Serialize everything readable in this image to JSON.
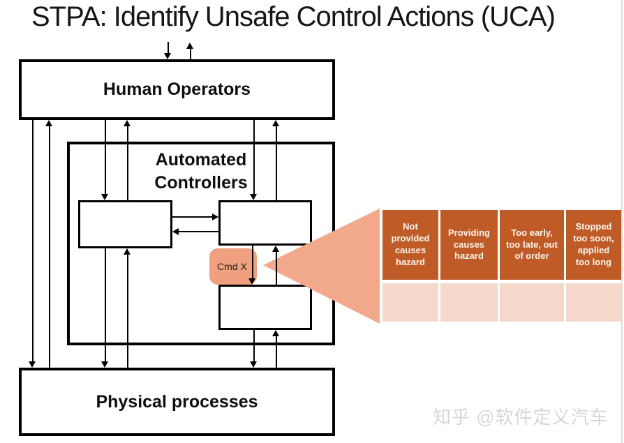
{
  "title": "STPA: Identify Unsafe Control Actions (UCA)",
  "diagram": {
    "human_box": "Human Operators",
    "automated_box": "Automated\nControllers",
    "physical_box": "Physical processes",
    "cmd_label": "Cmd X"
  },
  "uca_table": {
    "headers": [
      "Not\nprovided\ncauses\nhazard",
      "Providing\ncauses\nhazard",
      "Too early,\ntoo late, out\nof order",
      "Stopped\ntoo soon,\napplied\ntoo long"
    ],
    "body_cells": [
      "",
      "",
      "",
      ""
    ]
  },
  "watermark": "知乎 @软件定义汽车",
  "colors": {
    "header_orange": "#BF5B27",
    "body_pink": "#F4D8CC",
    "wedge_salmon": "#F2A98B",
    "cmd_salmon": "#F0A07E"
  }
}
